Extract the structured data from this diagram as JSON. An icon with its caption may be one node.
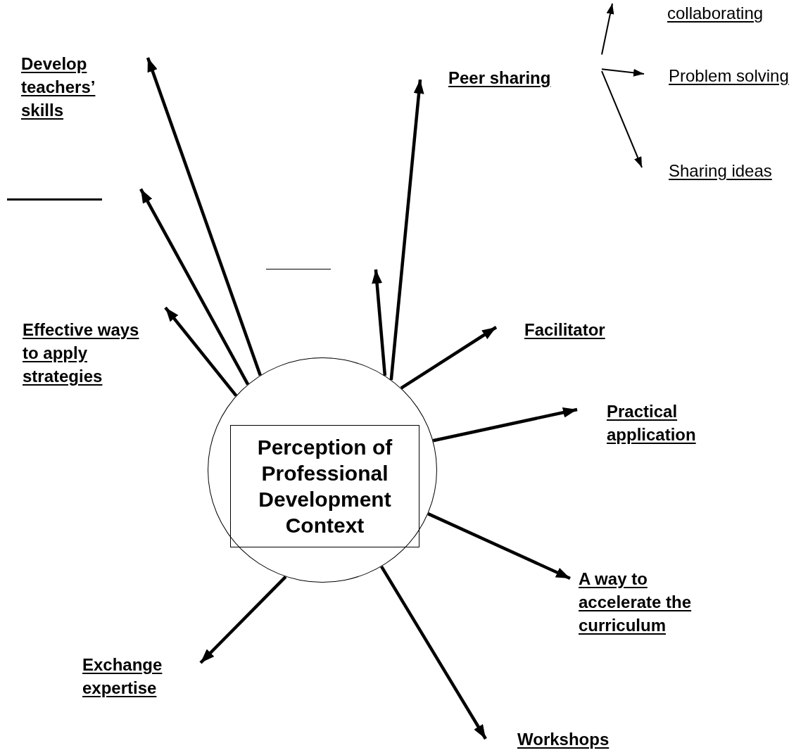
{
  "diagram": {
    "nodes": [
      {
        "text": [],
        "shape": "circle"
      },
      {
        "text": [
          "Perception of Professional Development Context"
        ],
        "in": 0
      },
      {
        "text": [
          "collaborating"
        ]
      },
      {
        "text": [
          "Develop teachers’ skills"
        ]
      },
      {
        "text": [
          "Peer sharing"
        ]
      },
      {
        "text": [
          "Problem solving"
        ]
      },
      {
        "text": [
          "Sharing ideas"
        ]
      },
      {
        "text": [],
        "shape": "bar"
      },
      {
        "text": [],
        "shape": "bar"
      },
      {
        "text": [
          "Effective ways to apply strategies"
        ]
      },
      {
        "text": [
          "Facilitator"
        ]
      },
      {
        "text": [
          "Practical application"
        ]
      },
      {
        "text": [
          "A way to accelerate the curriculum"
        ]
      },
      {
        "text": [
          "Exchange expertise"
        ]
      },
      {
        "text": [
          "Workshops"
        ]
      }
    ],
    "edges": [
      {
        "from": 0,
        "to": 3,
        "arrow": "to"
      },
      {
        "from": 0,
        "to": 7,
        "arrow": "to"
      },
      {
        "from": 0,
        "to": 9,
        "arrow": "to"
      },
      {
        "from": 0,
        "to": 8,
        "arrow": "to"
      },
      {
        "from": 0,
        "to": 4,
        "arrow": "to"
      },
      {
        "from": 0,
        "to": 10,
        "arrow": "to"
      },
      {
        "from": 0,
        "to": 11,
        "arrow": "to"
      },
      {
        "from": 0,
        "to": 12,
        "arrow": "to"
      },
      {
        "from": 0,
        "to": 14,
        "arrow": "to"
      },
      {
        "from": 0,
        "to": 13,
        "arrow": "to"
      },
      {
        "from": 4,
        "to": 2,
        "arrow": "to"
      },
      {
        "from": 4,
        "to": 5,
        "arrow": "to"
      },
      {
        "from": 4,
        "to": 6,
        "arrow": "to"
      }
    ]
  }
}
